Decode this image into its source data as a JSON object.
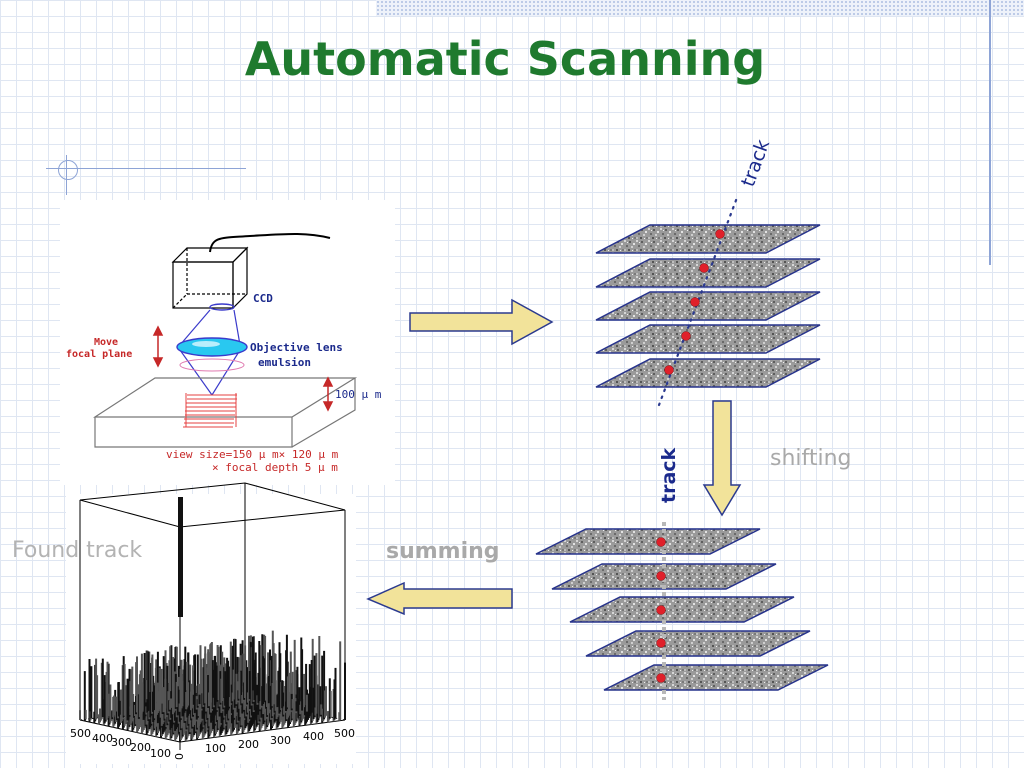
{
  "slide": {
    "title": "Automatic Scanning",
    "labels": {
      "shifting": "shifting",
      "summing": "summing",
      "found_track": "Found track",
      "track_top": "track",
      "track_side": "track"
    }
  },
  "microscope": {
    "ccd": "CCD",
    "objective_lens": "Objective lens",
    "emulsion": "emulsion",
    "move_focal_plane_line1": "Move",
    "move_focal_plane_line2": "focal plane",
    "depth": "100 μ m",
    "view_size": "view size=150 μ m× 120 μ m",
    "focal_depth": "× focal depth 5 μ m"
  },
  "histogram_axes": {
    "left_ticks": [
      "500",
      "400",
      "300",
      "200",
      "100"
    ],
    "right_ticks": [
      "0",
      "100",
      "200",
      "300",
      "400",
      "500"
    ]
  },
  "colors": {
    "title": "#1f7a2e",
    "arrow_fill": "#f2e39a",
    "arrow_stroke": "#2b3a8f",
    "dot": "#e0202a",
    "plate_stroke": "#27338c"
  }
}
